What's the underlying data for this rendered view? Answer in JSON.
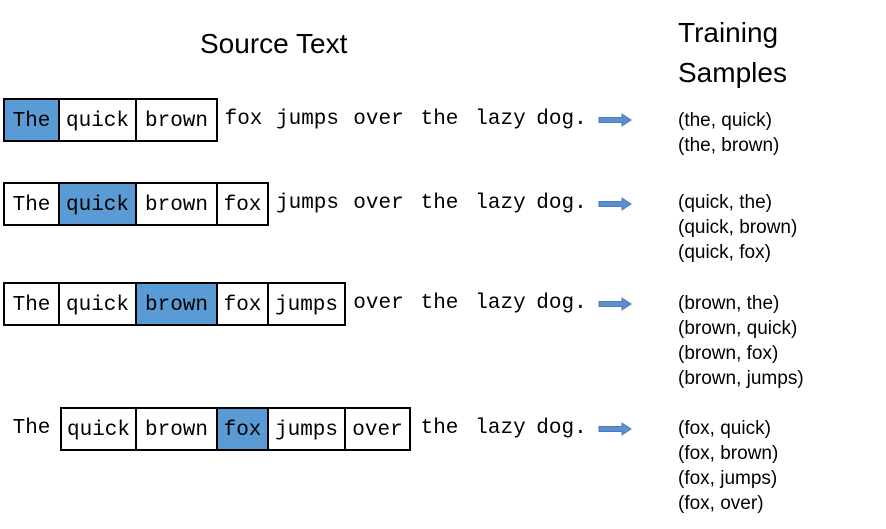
{
  "headings": {
    "source": "Source Text",
    "training_line1": "Training",
    "training_line2": "Samples"
  },
  "colors": {
    "highlight": "#5b9bd5",
    "arrow": "#4a7ebb"
  },
  "rows": [
    {
      "words": [
        "The",
        "quick",
        "brown",
        "fox",
        "jumps",
        "over",
        "the",
        "lazy",
        "dog."
      ],
      "window": [
        0,
        2
      ],
      "target": 0,
      "samples": [
        "(the, quick)",
        "(the, brown)"
      ]
    },
    {
      "words": [
        "The",
        "quick",
        "brown",
        "fox",
        "jumps",
        "over",
        "the",
        "lazy",
        "dog."
      ],
      "window": [
        0,
        3
      ],
      "target": 1,
      "samples": [
        "(quick, the)",
        "(quick, brown)",
        "(quick, fox)"
      ]
    },
    {
      "words": [
        "The",
        "quick",
        "brown",
        "fox",
        "jumps",
        "over",
        "the",
        "lazy",
        "dog."
      ],
      "window": [
        0,
        4
      ],
      "target": 2,
      "samples": [
        "(brown, the)",
        "(brown, quick)",
        "(brown, fox)",
        "(brown, jumps)"
      ]
    },
    {
      "words": [
        "The",
        "quick",
        "brown",
        "fox",
        "jumps",
        "over",
        "the",
        "lazy",
        "dog."
      ],
      "window": [
        1,
        5
      ],
      "target": 3,
      "samples": [
        "(fox, quick)",
        "(fox, brown)",
        "(fox, jumps)",
        "(fox, over)"
      ]
    }
  ]
}
